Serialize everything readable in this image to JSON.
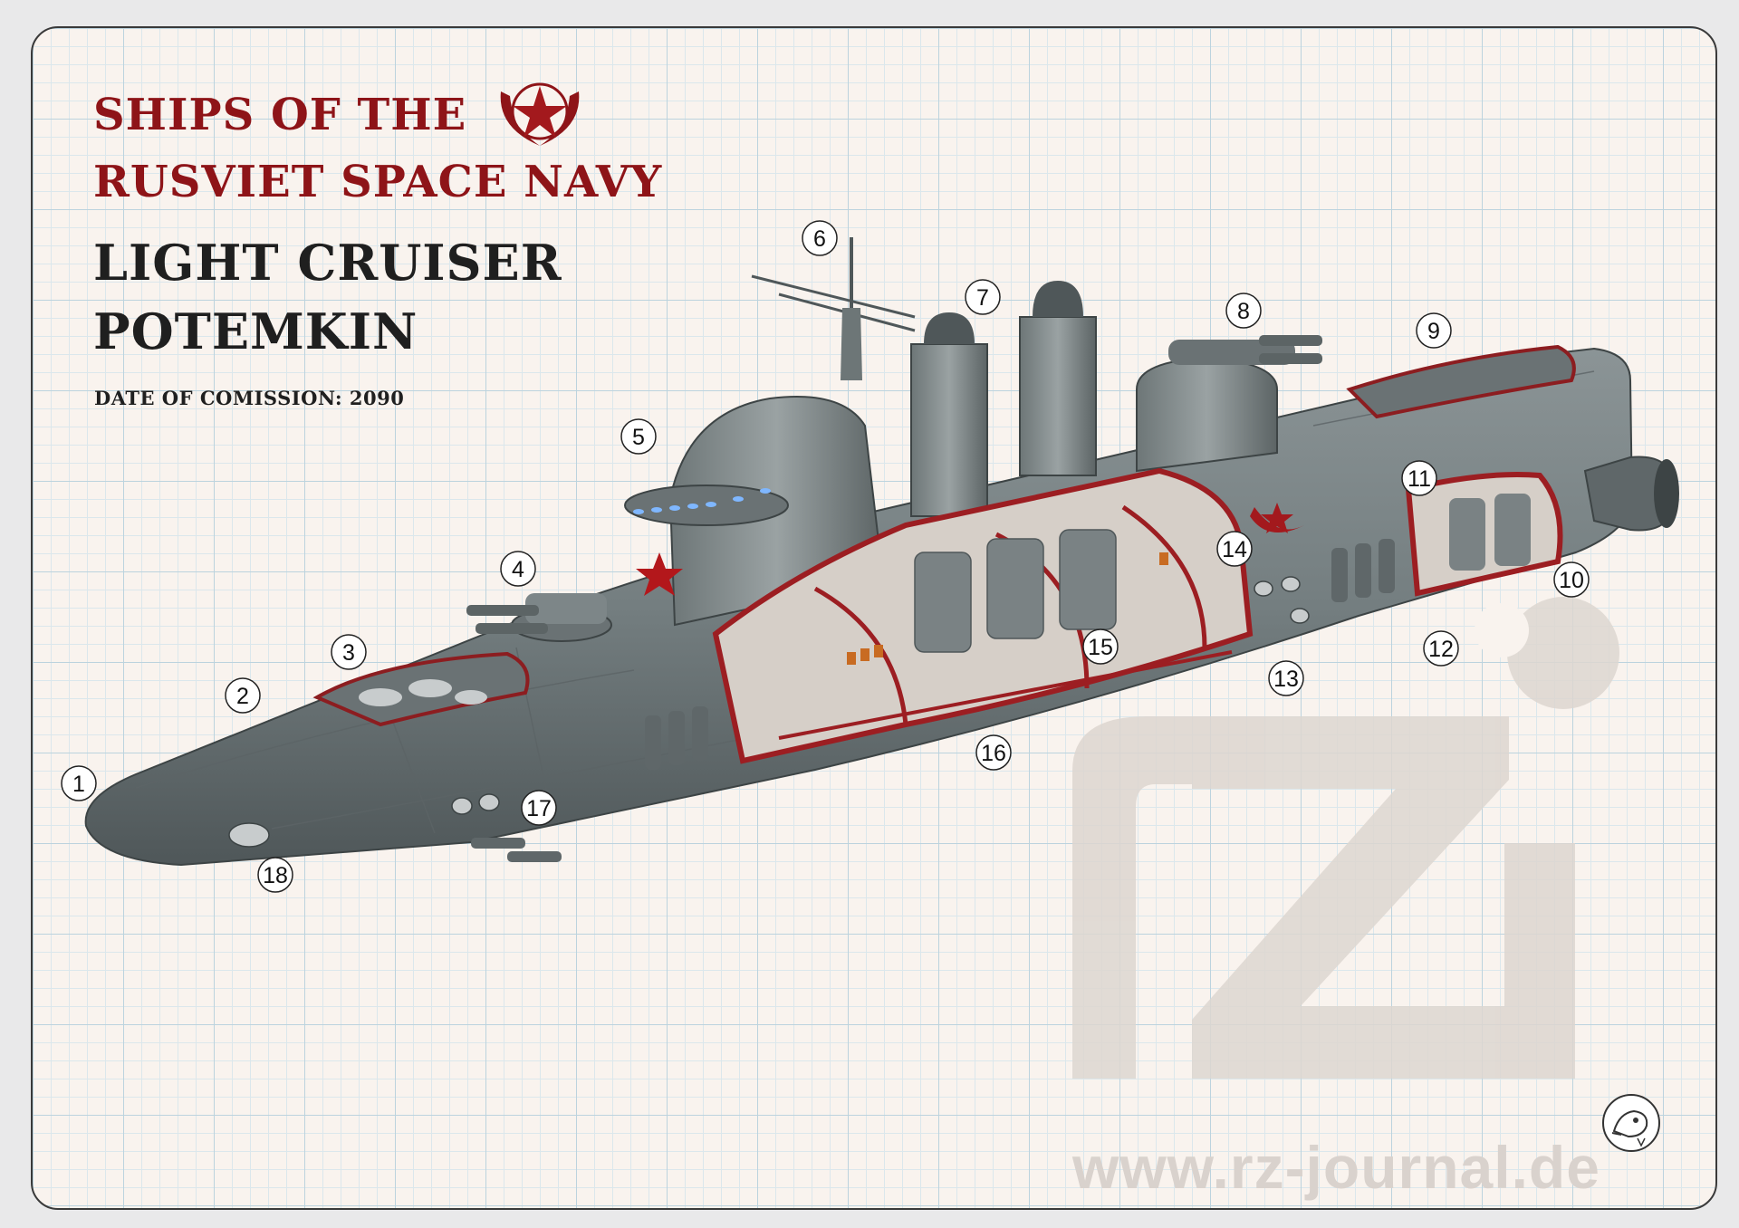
{
  "title": {
    "line1": "SHIPS OF THE",
    "line2": "RUSVIET SPACE NAVY"
  },
  "ship": {
    "class_line": "LIGHT CRUISER",
    "name_line": "POTEMKIN",
    "commission": "DATE OF COMISSION: 2090"
  },
  "colors": {
    "accent_red": "#8e1418",
    "hull": "#757f81",
    "hull_dark": "#4d5556",
    "cutaway_red": "#9c1e22",
    "copper": "#c86b22",
    "grid_line": "#bcd3de",
    "paper": "#f9f3ee"
  },
  "callouts": [
    "1",
    "2",
    "3",
    "4",
    "5",
    "6",
    "7",
    "8",
    "9",
    "10",
    "11",
    "12",
    "13",
    "14",
    "15",
    "16",
    "17",
    "18"
  ],
  "watermark": {
    "logo": "rz",
    "url": "www.rz-journal.de"
  },
  "icons": {
    "emblem": "red-star-wreath-icon",
    "hull_star": "red-star-icon",
    "hull_emblem": "star-crescent-icon",
    "signature": "mascot-signature-icon"
  }
}
